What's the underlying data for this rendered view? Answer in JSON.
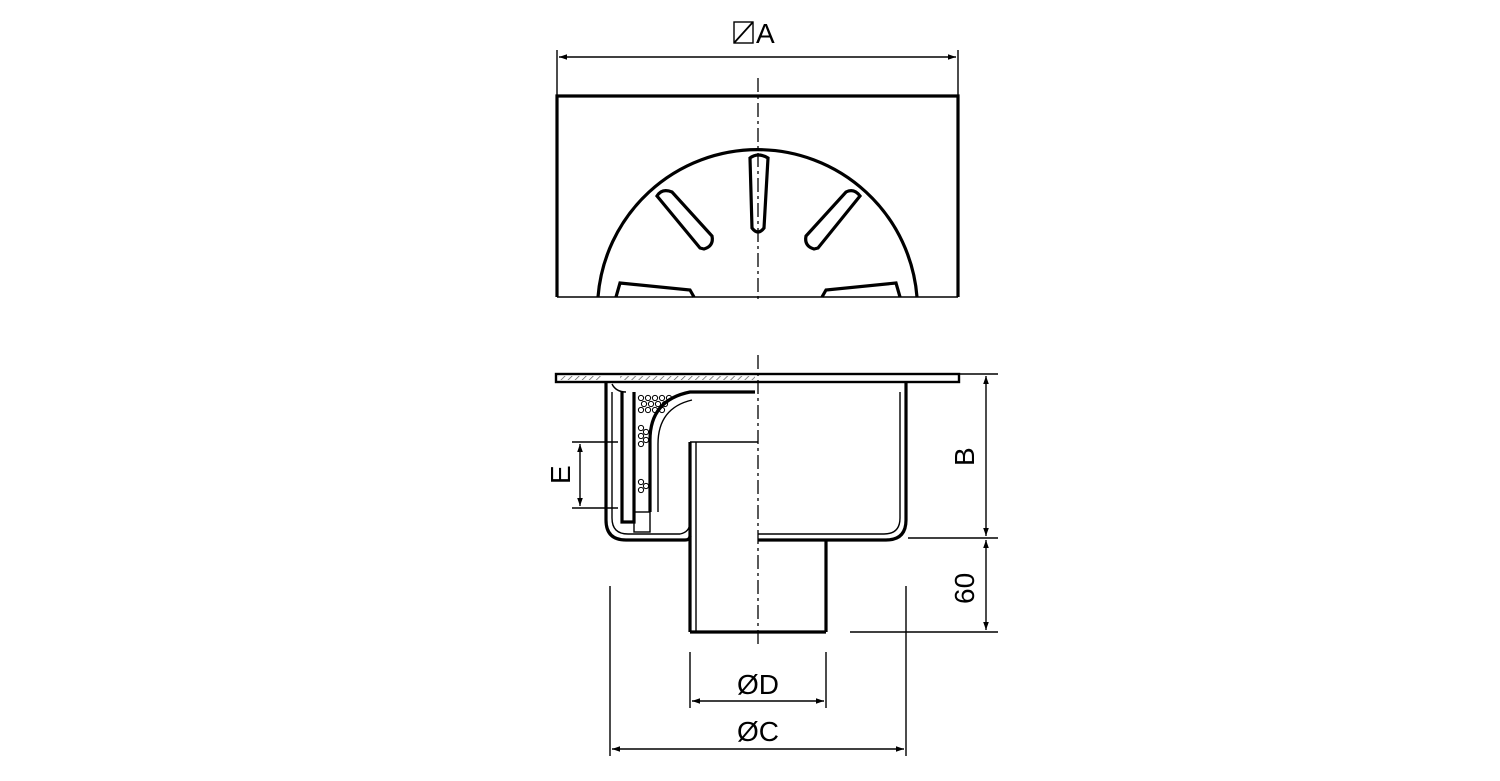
{
  "dimensions": {
    "a": "A",
    "b": "B",
    "c": "ØC",
    "d": "ØD",
    "e": "E",
    "height_60": "60"
  },
  "colors": {
    "line": "#000000",
    "background": "#ffffff",
    "hatch": "#555555"
  }
}
